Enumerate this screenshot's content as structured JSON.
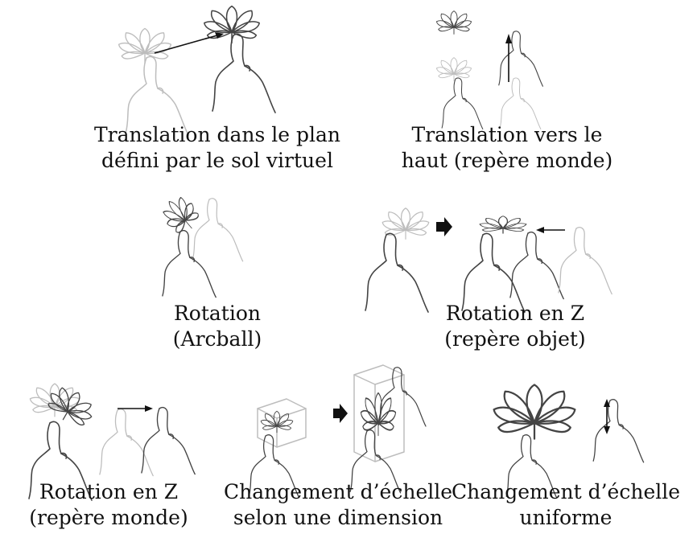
{
  "panels": [
    {
      "caption_lines": [
        "Translation dans le plan",
        "défini par le sol virtuel"
      ]
    },
    {
      "caption_lines": [
        "Translation vers le",
        "haut (repère monde)"
      ]
    },
    {
      "caption_lines": [
        "Rotation",
        "(Arcball)"
      ]
    },
    {
      "caption_lines": [
        "Rotation en Z",
        "(repère objet)"
      ]
    },
    {
      "caption_lines": [
        "Rotation en Z",
        "(repère monde)"
      ]
    },
    {
      "caption_lines": [
        "Changement d’échelle",
        "selon une dimension"
      ]
    },
    {
      "caption_lines": [
        "Changement d’échelle",
        "uniforme"
      ]
    }
  ],
  "colors": {
    "ink": "#444444",
    "ghost": "#bdbdbd",
    "arrow": "#111111",
    "background": "#ffffff"
  },
  "icons": [
    "flower-icon",
    "hand-icon",
    "move-arrow-icon",
    "bounding-box-icon",
    "step-arrow-icon",
    "double-arrow-icon"
  ]
}
